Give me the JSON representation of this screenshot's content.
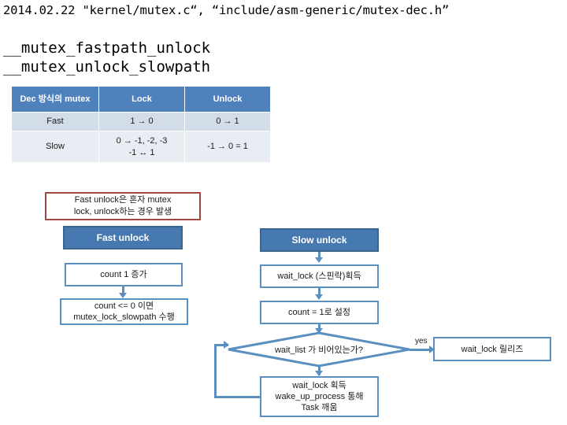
{
  "slide": {
    "heading": {
      "date_and_files": "2014.02.22 \"kernel/mutex.c“, “include/asm-generic/mutex-dec.h”",
      "func_line1": "__mutex_fastpath_unlock",
      "func_line2": "__mutex_unlock_slowpath"
    },
    "table": {
      "headers": [
        "Dec 방식의 mutex",
        "Lock",
        "Unlock"
      ],
      "rows": [
        {
          "label": "Fast",
          "lock": "1 → 0",
          "unlock": "0 → 1"
        },
        {
          "label": "Slow",
          "lock": "0 → -1, -2, -3\n-1 ↔ 1",
          "unlock": "-1 → 0 = 1"
        }
      ]
    },
    "note": {
      "text": "Fast unlock은 혼자 mutex\nlock, unlock하는 경우 발생",
      "border_color": "#9E4A43"
    },
    "flow": {
      "fast": {
        "title": "Fast unlock",
        "steps": [
          "count 1 증가",
          "count <= 0 이면\nmutex_lock_slowpath 수행"
        ]
      },
      "slow": {
        "title": "Slow unlock",
        "steps": [
          "wait_lock (스핀락)획득",
          "count = 1로 설정"
        ],
        "decision": "wait_list 가 비어있는가?",
        "decision_yes_label": "yes",
        "yes_box": "wait_lock 릴리즈",
        "no_box": "wait_lock 획득\nwake_up_process 통해\nTask 깨움"
      }
    },
    "colors": {
      "header_blue": "#4F81BD",
      "box_fill_blue": "#4679B0",
      "box_border_blue": "#5B8FC0",
      "note_red": "#9E4A43",
      "row_fast": "#D3DCE9",
      "row_slow": "#E8EDF4"
    }
  }
}
